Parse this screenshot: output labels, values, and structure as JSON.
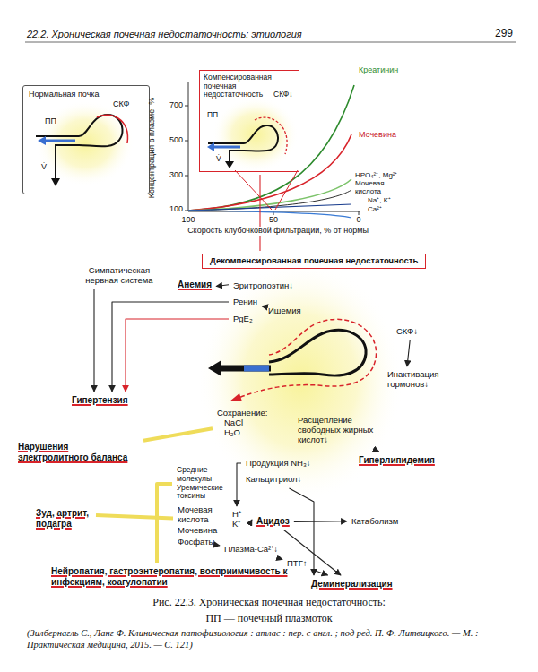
{
  "diagram": {
    "caption": "Рис. 22.3. Хроническая почечная недостаточность:",
    "nodes": [
      {
        "text": [
          "Нормальная почка",
          "ПП",
          "СКФ",
          "V̇"
        ]
      },
      {
        "text": [
          "Компенсированная почечная недостаточность",
          "СКФ↓",
          "ПП",
          "V̇"
        ]
      },
      {
        "text": [
          "Декомпенсированная почечная недостаточность"
        ]
      },
      {
        "text": [
          "Симпатическая нервная система"
        ]
      },
      {
        "text": [
          "Анемия"
        ]
      },
      {
        "text": [
          "Эритропоэтин↓"
        ]
      },
      {
        "text": [
          "Ренин"
        ]
      },
      {
        "text": [
          "Ишемия"
        ]
      },
      {
        "text": [
          "PgE₂"
        ]
      },
      {
        "text": [
          "СКФ↓"
        ]
      },
      {
        "text": [
          "Инактивация гормонов↓"
        ]
      },
      {
        "text": [
          "Гипертензия"
        ]
      },
      {
        "text": [
          "Сохранение:",
          "NaCl H₂O"
        ]
      },
      {
        "text": [
          "Расщепление свободных жирных кислот↓"
        ]
      },
      {
        "text": [
          "Нарушения электролитного баланса"
        ]
      },
      {
        "text": [
          "Гиперлипидемия"
        ]
      },
      {
        "text": [
          "Продукция NH₃↓"
        ]
      },
      {
        "text": [
          "Средние молекулы Уремические токсины"
        ]
      },
      {
        "text": [
          "Кальцитриол↓"
        ]
      },
      {
        "text": [
          "Мочевая кислота"
        ]
      },
      {
        "text": [
          "Зуд, артрит, подагра"
        ]
      },
      {
        "text": [
          "H⁺ K⁺"
        ]
      },
      {
        "text": [
          "Ацидоз"
        ]
      },
      {
        "text": [
          "Катаболизм"
        ]
      },
      {
        "text": [
          "Мочевина"
        ]
      },
      {
        "text": [
          "Фосфаты"
        ]
      },
      {
        "text": [
          "Плазма-Ca²⁺↓"
        ]
      },
      {
        "text": [
          "ПТГ↑"
        ]
      },
      {
        "text": [
          "Нейропатия, гастроэнтеропатия, восприимчивость к инфекциям, коагулопатии"
        ]
      },
      {
        "text": [
          "Деминерализация"
        ]
      }
    ],
    "edges": [
      {
        "from": 1,
        "to": 2,
        "arrow": "none"
      },
      {
        "from": 5,
        "to": 4,
        "arrow": "to"
      },
      {
        "from": 7,
        "to": 6,
        "arrow": "to"
      },
      {
        "from": 3,
        "to": 11,
        "arrow": "to"
      },
      {
        "from": 6,
        "to": 11,
        "arrow": "to"
      },
      {
        "from": 8,
        "to": 11,
        "arrow": "to"
      },
      {
        "from": 9,
        "to": 10,
        "arrow": "to"
      },
      {
        "from": 12,
        "to": 14,
        "arrow": "none"
      },
      {
        "from": 13,
        "to": 15,
        "arrow": "to"
      },
      {
        "from": 16,
        "to": 21,
        "arrow": "to"
      },
      {
        "from": 17,
        "to": 28,
        "arrow": "none"
      },
      {
        "from": 19,
        "to": 20,
        "arrow": "none"
      },
      {
        "from": 21,
        "to": 22,
        "arrow": "to"
      },
      {
        "from": 22,
        "to": 23,
        "arrow": "to"
      },
      {
        "from": 18,
        "to": 29,
        "arrow": "to"
      },
      {
        "from": 22,
        "to": 29,
        "arrow": "to"
      },
      {
        "from": 25,
        "to": 26,
        "arrow": "to"
      },
      {
        "from": 26,
        "to": 27,
        "arrow": "to"
      },
      {
        "from": 27,
        "to": 29,
        "arrow": "to"
      }
    ],
    "labels": [
      "22.2. Хроническая почечная недостаточность: этиология",
      "299",
      "Концентрация в плазме, %",
      "700",
      "500",
      "300",
      "100",
      "100",
      "50",
      "0",
      "Скорость клубочковой фильтрации, % от нормы",
      "Креатинин",
      "Мочевина",
      "HPO₄²⁻, Mg²⁺",
      "Мочевая кислота",
      "Na⁺, K⁺",
      "Ca²⁺",
      "ПП — почечный плазмоток",
      "(Зилбернагль С., Ланг Ф. Клиническая патофизиология : атлас : пер. с англ. ; под ред. П. Ф. Литвицкого. — М. : Практическая медицина, 2015. — С. 121)"
    ]
  }
}
